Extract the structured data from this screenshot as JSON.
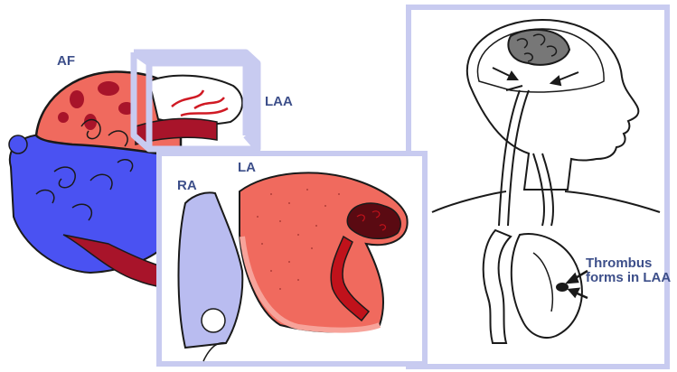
{
  "labels": {
    "af": "AF",
    "laa": "LAA",
    "la": "LA",
    "ra": "RA",
    "thrombus_line1": "Thrombus",
    "thrombus_line2": "forms in LAA"
  },
  "colors": {
    "frame": "#c8cbf0",
    "label_text": "#3d4f8a",
    "atrium_red": "#f06a5e",
    "atrium_red_light": "#f7a39a",
    "ventricle_blue": "#4a52f2",
    "right_atrium_lavender": "#b9bcf0",
    "artery_red": "#c0121b",
    "thrombus_dark": "#5a0a12",
    "outline": "#1a1a1a"
  }
}
